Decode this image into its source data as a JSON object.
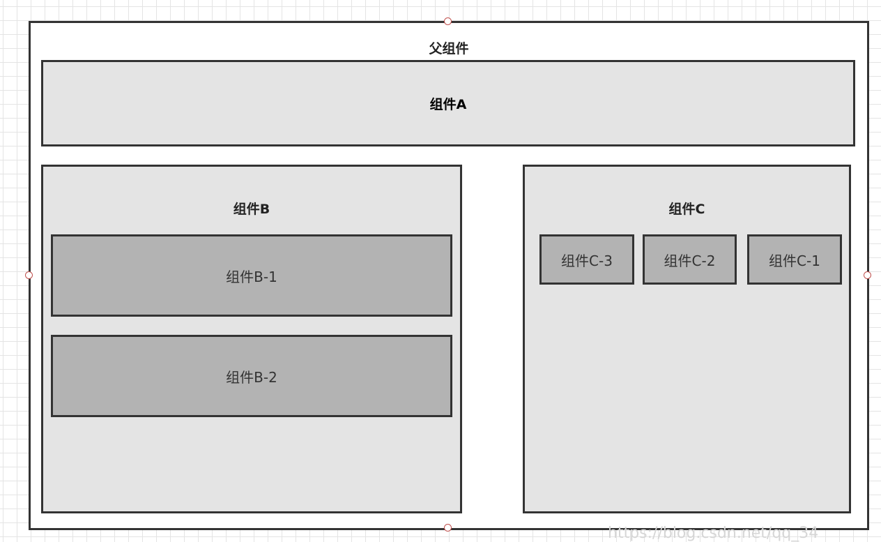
{
  "diagram": {
    "parent": {
      "label": "父组件"
    },
    "component_a": {
      "label": "组件A"
    },
    "component_b": {
      "label": "组件B",
      "children": [
        {
          "label": "组件B-1"
        },
        {
          "label": "组件B-2"
        }
      ]
    },
    "component_c": {
      "label": "组件C",
      "children": [
        {
          "label": "组件C-3"
        },
        {
          "label": "组件C-2"
        },
        {
          "label": "组件C-1"
        }
      ]
    }
  },
  "watermark": "https://blog.csdn.net/qq_34"
}
